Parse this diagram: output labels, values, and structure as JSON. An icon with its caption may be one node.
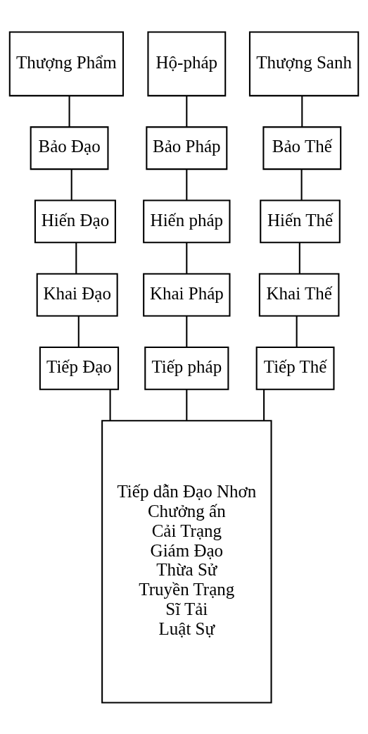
{
  "diagram": {
    "nodes": [
      {
        "text": [
          "Thượng Phẩm"
        ]
      },
      {
        "text": [
          "Hộ-pháp"
        ]
      },
      {
        "text": [
          "Thượng Sanh"
        ]
      },
      {
        "text": [
          "Bảo Đạo"
        ]
      },
      {
        "text": [
          "Bảo Pháp"
        ]
      },
      {
        "text": [
          "Bảo Thế"
        ]
      },
      {
        "text": [
          "Hiến Đạo"
        ]
      },
      {
        "text": [
          "Hiến pháp"
        ]
      },
      {
        "text": [
          "Hiến Thế"
        ]
      },
      {
        "text": [
          "Khai Đạo"
        ]
      },
      {
        "text": [
          "Khai Pháp"
        ]
      },
      {
        "text": [
          "Khai Thế"
        ]
      },
      {
        "text": [
          "Tiếp Đạo"
        ]
      },
      {
        "text": [
          "Tiếp pháp"
        ]
      },
      {
        "text": [
          "Tiếp Thế"
        ]
      },
      {
        "text": [
          "Tiếp dẫn Đạo Nhơn",
          "Chưởng ấn",
          "Cải Trạng",
          "Giám Đạo",
          "Thừa Sử",
          "Truyền Trạng",
          "Sĩ Tải",
          "Luật Sự"
        ]
      }
    ],
    "edges": [
      {
        "from": 0,
        "to": 3,
        "arrow": "none"
      },
      {
        "from": 1,
        "to": 4,
        "arrow": "none"
      },
      {
        "from": 2,
        "to": 5,
        "arrow": "none"
      },
      {
        "from": 3,
        "to": 6,
        "arrow": "none"
      },
      {
        "from": 4,
        "to": 7,
        "arrow": "none"
      },
      {
        "from": 5,
        "to": 8,
        "arrow": "none"
      },
      {
        "from": 6,
        "to": 9,
        "arrow": "none"
      },
      {
        "from": 7,
        "to": 10,
        "arrow": "none"
      },
      {
        "from": 8,
        "to": 11,
        "arrow": "none"
      },
      {
        "from": 9,
        "to": 12,
        "arrow": "none"
      },
      {
        "from": 10,
        "to": 13,
        "arrow": "none"
      },
      {
        "from": 11,
        "to": 14,
        "arrow": "none"
      },
      {
        "from": 12,
        "to": 15,
        "arrow": "none"
      },
      {
        "from": 13,
        "to": 15,
        "arrow": "none"
      },
      {
        "from": 14,
        "to": 15,
        "arrow": "none"
      }
    ]
  }
}
